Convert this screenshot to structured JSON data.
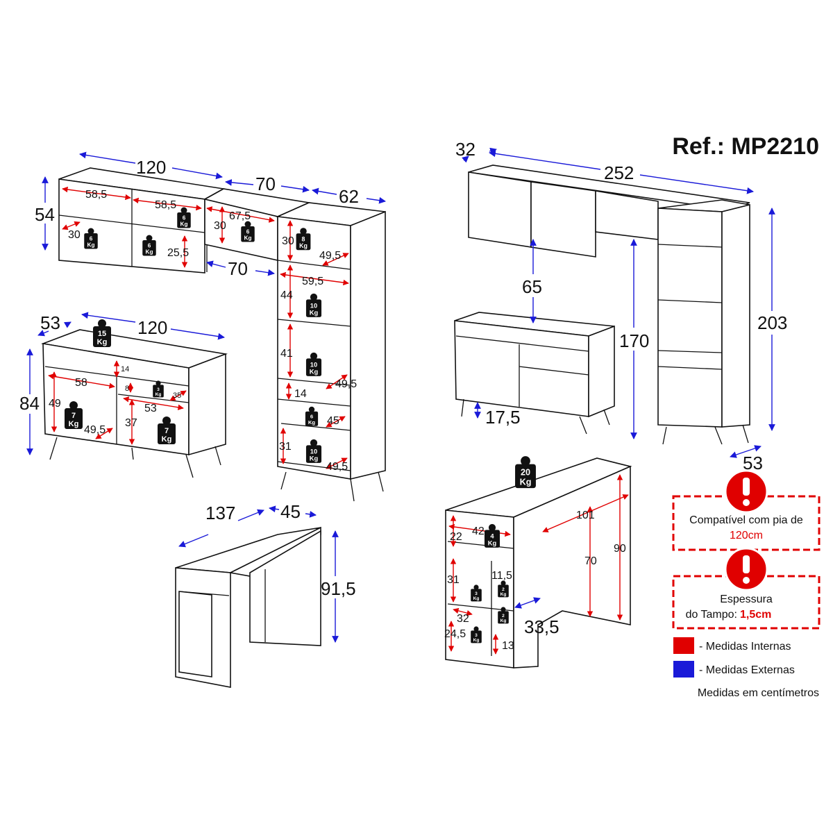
{
  "ref": "Ref.: MP2210",
  "kg_unit": "Kg",
  "colors": {
    "internal": "#e00000",
    "external": "#1a1ad8"
  },
  "external_dims": {
    "upper_width_a": "120",
    "upper_width_b": "70",
    "upper_width_c": "62",
    "upper_height": "54",
    "upper_depth_b": "70",
    "sideboard_depth": "53",
    "sideboard_width": "120",
    "sideboard_height": "84",
    "island_width": "137",
    "island_depth": "45",
    "island_height": "91,5",
    "set_depth": "32",
    "set_width": "252",
    "gap_height": "65",
    "counter_to_top": "170",
    "tower_height": "203",
    "tower_depth": "53",
    "leg_height": "17,5",
    "island_side_depth": "33,5"
  },
  "internal_dims": {
    "u1": "58,5",
    "u2": "58,5",
    "u3": "67,5",
    "u4": "30",
    "u5": "30",
    "u6": "25,5",
    "t1": "30",
    "t2": "49,5",
    "t3": "59,5",
    "t4": "44",
    "t5": "41",
    "t6": "49,5",
    "t7": "14",
    "t8": "45",
    "t9": "31",
    "t10": "49,5",
    "s1": "58",
    "s2": "49",
    "s3": "49,5",
    "s4": "37",
    "s5": "53",
    "s6": "14",
    "s7": "8",
    "s8": "35",
    "i1": "22",
    "i2": "42",
    "i3": "31",
    "i4": "11,5",
    "i5": "32",
    "i6": "24,5",
    "i7": "13",
    "i8": "101",
    "i9": "70",
    "i10": "90"
  },
  "weights": [
    "6",
    "6",
    "6",
    "6",
    "8",
    "10",
    "10",
    "6",
    "10",
    "15",
    "7",
    "7",
    "3",
    "20",
    "4",
    "3",
    "2",
    "2",
    "3"
  ],
  "notes": {
    "sink_line1": "Compatível com pia de",
    "sink_line2": "120cm",
    "top_line1": "Espessura",
    "top_line2": "do Tampo:",
    "top_value": "1,5cm"
  },
  "legend": {
    "internal": "- Medidas Internas",
    "external": "- Medidas Externas",
    "units": "Medidas em centímetros"
  }
}
